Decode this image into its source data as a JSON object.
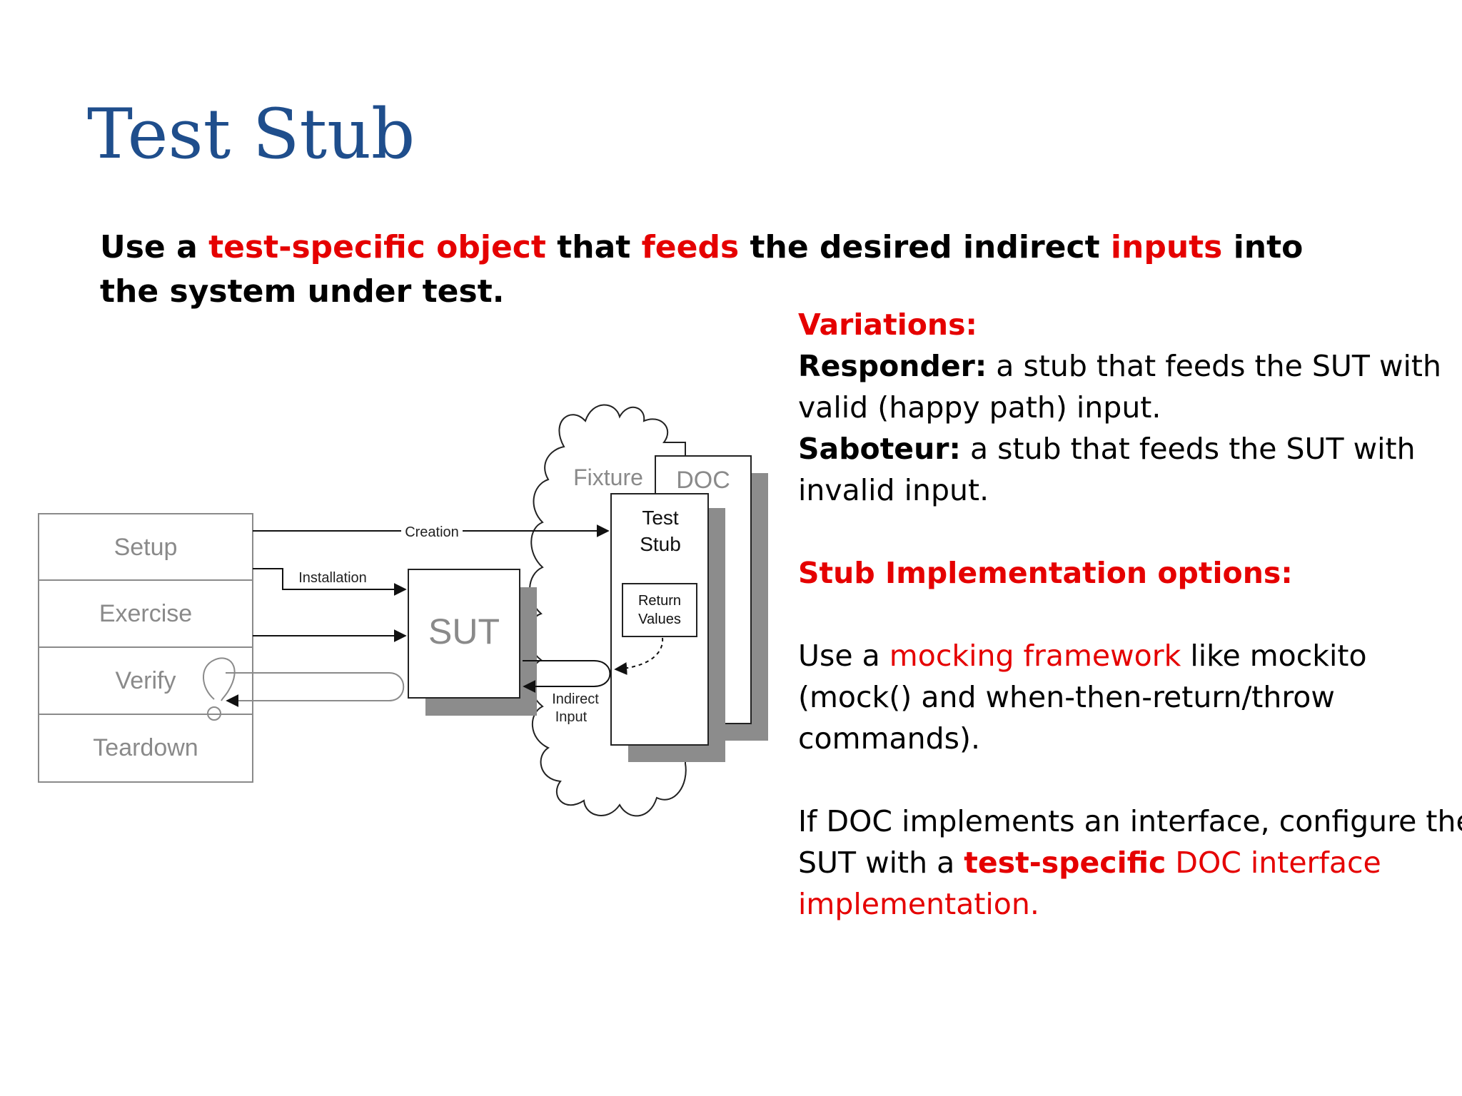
{
  "title": "Test Stub",
  "lead": {
    "p1": "Use a ",
    "r1": "test-specific object",
    "p2": " that ",
    "r2": "feeds",
    "p3": " the desired indirect ",
    "r3": "inputs",
    "p4": " into the system under test."
  },
  "variations": {
    "heading": "Variations:",
    "responder_label": "Responder:",
    "responder_line1": " a stub that feeds the SUT with",
    "responder_line2": "valid (happy path) input.",
    "saboteur_label": "Saboteur:",
    "saboteur_line1": " a stub that feeds the SUT with",
    "saboteur_line2": "invalid input."
  },
  "implementation": {
    "heading": "Stub Implementation options:",
    "mock_prefix": "Use a ",
    "mock_red": "mocking framework",
    "mock_suffix": " like mockito",
    "mock_line2": "(mock() and when-then-return/throw",
    "mock_line3": "commands).",
    "iface_line1": "If DOC implements an interface,  configure the",
    "iface_prefix": "SUT with a ",
    "iface_bold_red": "test-specific",
    "iface_red": " DOC interface",
    "iface_line3": "implementation."
  },
  "diagram": {
    "phases": [
      "Setup",
      "Exercise",
      "Verify",
      "Teardown"
    ],
    "creation": "Creation",
    "installation": "Installation",
    "sut": "SUT",
    "fixture": "Fixture",
    "doc": "DOC",
    "test_stub_1": "Test",
    "test_stub_2": "Stub",
    "return_1": "Return",
    "return_2": "Values",
    "indirect_1": "Indirect",
    "indirect_2": "Input"
  }
}
